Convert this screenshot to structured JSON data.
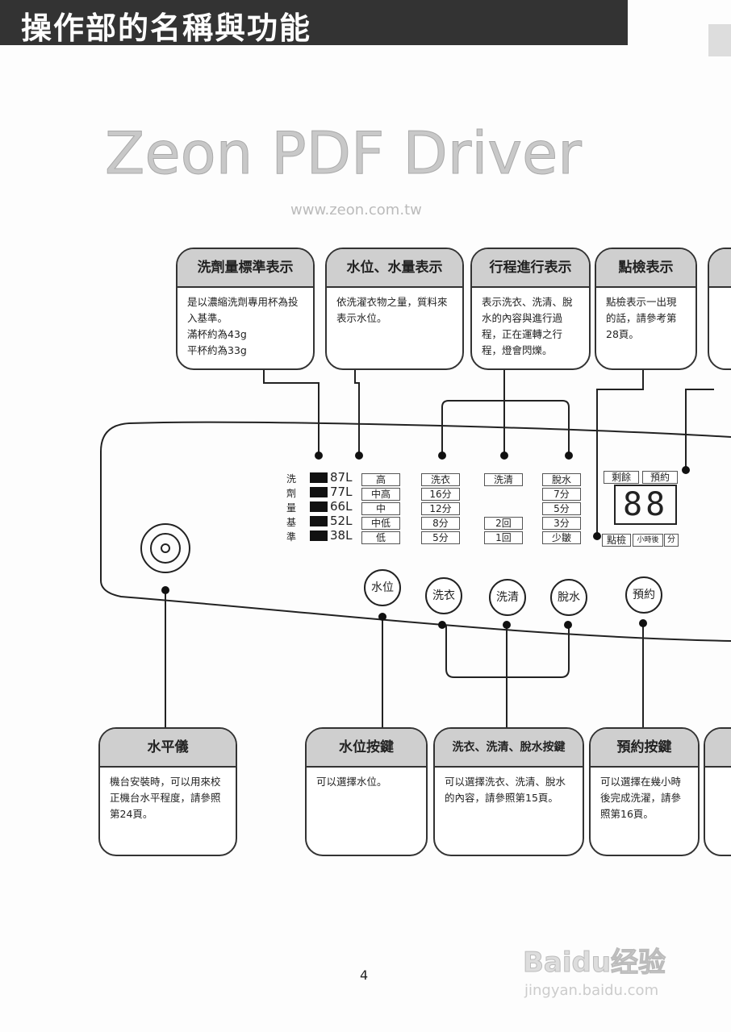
{
  "title": "操作部的名稱與功能",
  "top_boxes": [
    {
      "title": "洗劑量標準表示",
      "lines": [
        "是以濃縮洗劑專用杯為投入基準。",
        "滿杯約為43g",
        "平杯約為33g"
      ]
    },
    {
      "title": "水位、水量表示",
      "text": "依洗濯衣物之量，質料來表示水位。"
    },
    {
      "title": "行程進行表示",
      "text": "表示洗衣、洗清、脫水的內容與進行過程，正在運轉之行程，燈會閃爍。"
    },
    {
      "title": "點檢表示",
      "text": "點檢表示一出現的話，請參考第28頁。"
    }
  ],
  "bottom_boxes": [
    {
      "title": "水平儀",
      "text": "機台安裝時，可以用來校正機台水平程度，請參照第24頁。"
    },
    {
      "title": "水位按鍵",
      "text": "可以選擇水位。"
    },
    {
      "title": "洗衣、洗清、脫水按鍵",
      "text": "可以選擇洗衣、洗清、脫水的內容，請參照第15頁。"
    },
    {
      "title": "預約按鍵",
      "text": "可以選擇在幾小時後完成洗濯，請參照第16頁。"
    }
  ],
  "panel": {
    "detergent_label": [
      "洗",
      "劑",
      "量",
      "基",
      "準"
    ],
    "liters": [
      "87L",
      "77L",
      "66L",
      "52L",
      "38L"
    ],
    "water_levels": [
      "高",
      "中高",
      "中",
      "中低",
      "低"
    ],
    "wash": [
      "洗衣",
      "16分",
      "12分",
      "8分",
      "5分"
    ],
    "rinse": [
      "洗清",
      "2回",
      "1回"
    ],
    "spin": [
      "脫水",
      "7分",
      "5分",
      "3分",
      "少皺"
    ],
    "display": {
      "remain": "剩餘",
      "reserve": "預約",
      "digits": "88",
      "check": "點檢",
      "hours_later": "小時後",
      "minutes": "分"
    },
    "buttons": {
      "water": "水位",
      "wash": "洗衣",
      "rinse": "洗清",
      "spin": "脫水",
      "reserve": "預約"
    }
  },
  "watermark": {
    "main": "Zeon PDF Driver",
    "sub": "www.zeon.com.tw"
  },
  "page_number": "4",
  "logo": {
    "text": "Baidu经验",
    "url_text": "jingyan.baidu.com"
  }
}
